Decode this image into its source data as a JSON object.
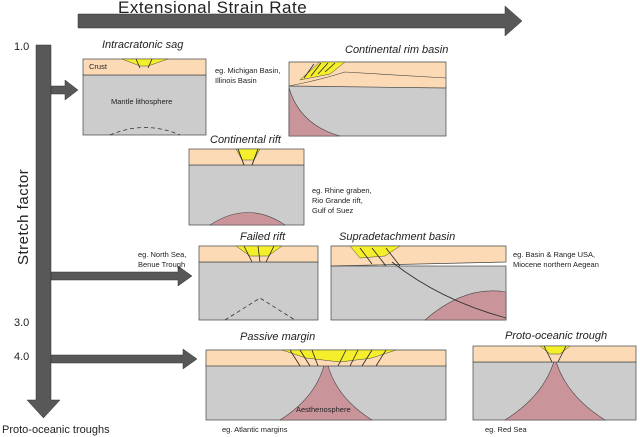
{
  "header": {
    "strain_rate_label": "Extensional Strain Rate"
  },
  "axis": {
    "stretch_label": "Stretch factor",
    "tick_1": "1.0",
    "tick_3": "3.0",
    "tick_4": "4.0",
    "end_label": "Proto-oceanic troughs"
  },
  "panels": {
    "intracratonic": {
      "title": "Intracratonic sag",
      "crust_label": "Crust",
      "mantle_label": "Mantle lithosphere",
      "example_1": "eg. Michigan Basin,",
      "example_2": "Illinois Basin"
    },
    "rim": {
      "title": "Continental rim basin"
    },
    "rift": {
      "title": "Continental rift",
      "example_1": "eg. Rhine graben,",
      "example_2": "Rio Grande rift,",
      "example_3": "Gulf of Suez"
    },
    "failed": {
      "title": "Failed rift",
      "example_1": "eg. North Sea,",
      "example_2": "Benue Trough"
    },
    "supra": {
      "title": "Supradetachment basin",
      "example_1": "eg. Basin & Range USA,",
      "example_2": "Miocene northern Aegean"
    },
    "passive": {
      "title": "Passive margin",
      "asthenosphere_label": "Aesthenosphere",
      "example": "eg. Atlantic margins"
    },
    "proto": {
      "title": "Proto-oceanic trough",
      "example": "eg. Red Sea"
    }
  },
  "colors": {
    "arrow": "#585858",
    "crust": "#fcdab5",
    "mantle": "#cccccc",
    "asthenosphere": "#c9959a",
    "sediment": "#f5ee2a"
  }
}
